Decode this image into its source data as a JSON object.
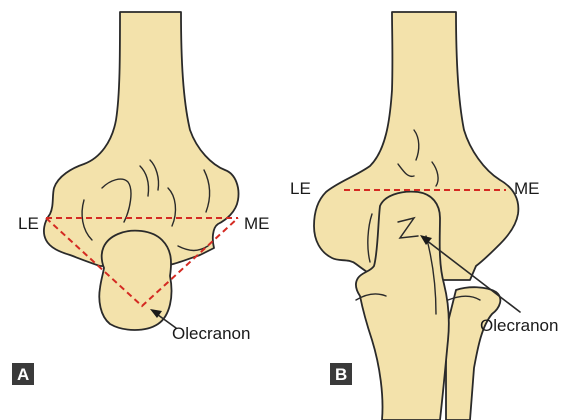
{
  "panel_a": {
    "panel_label": "A",
    "left_label": "LE",
    "right_label": "ME",
    "pointer_label": "Olecranon"
  },
  "panel_b": {
    "panel_label": "B",
    "left_label": "LE",
    "right_label": "ME",
    "pointer_label": "Olecranon"
  },
  "colors": {
    "bone_fill": "#f3e2ab",
    "outline": "#2a2a2a",
    "reference_line": "#d42a22"
  }
}
